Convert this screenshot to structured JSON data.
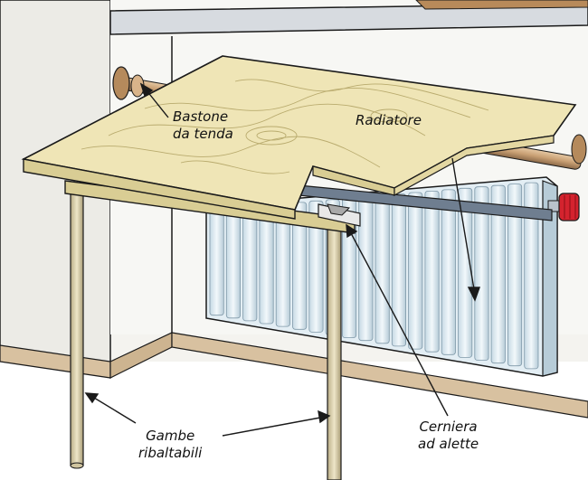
{
  "labels": {
    "curtain_rod": {
      "line1": "Bastone",
      "line2": "da tenda"
    },
    "radiator": {
      "line1": "Radiatore"
    },
    "hinge": {
      "line1": "Cerniera",
      "line2": "ad alette"
    },
    "legs": {
      "line1": "Gambe",
      "line2": "ribaltabili"
    }
  },
  "colors": {
    "wall": "#f4f3ef",
    "window_sill": "#d7dbe0",
    "baseboard": "#d8c1a0",
    "floor": "#ffffff",
    "tabletop": "#efe5b6",
    "tabletop_edge": "#d9cd94",
    "radiator": "#e3eef4",
    "radiator_shade": "#bfd3de",
    "rod": "#c9a074",
    "legs": "#cfc49f",
    "valve": "#d4232e",
    "support_bar": "#6f7e90",
    "outline": "#1a1a1a"
  }
}
